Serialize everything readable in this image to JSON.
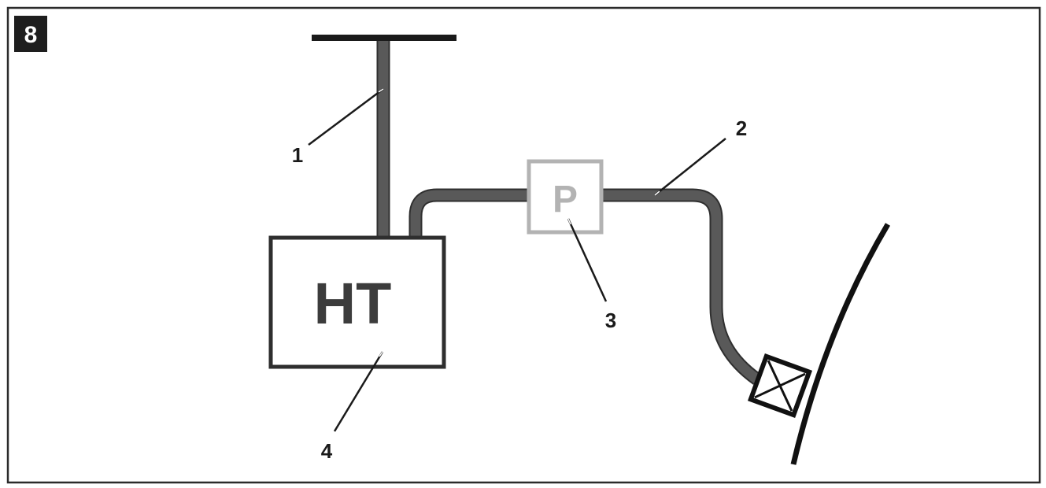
{
  "figure": {
    "badge": "8"
  },
  "components": {
    "tank_label": "HT",
    "pump_label": "P"
  },
  "callouts": {
    "c1": "1",
    "c2": "2",
    "c3": "3",
    "c4": "4"
  }
}
